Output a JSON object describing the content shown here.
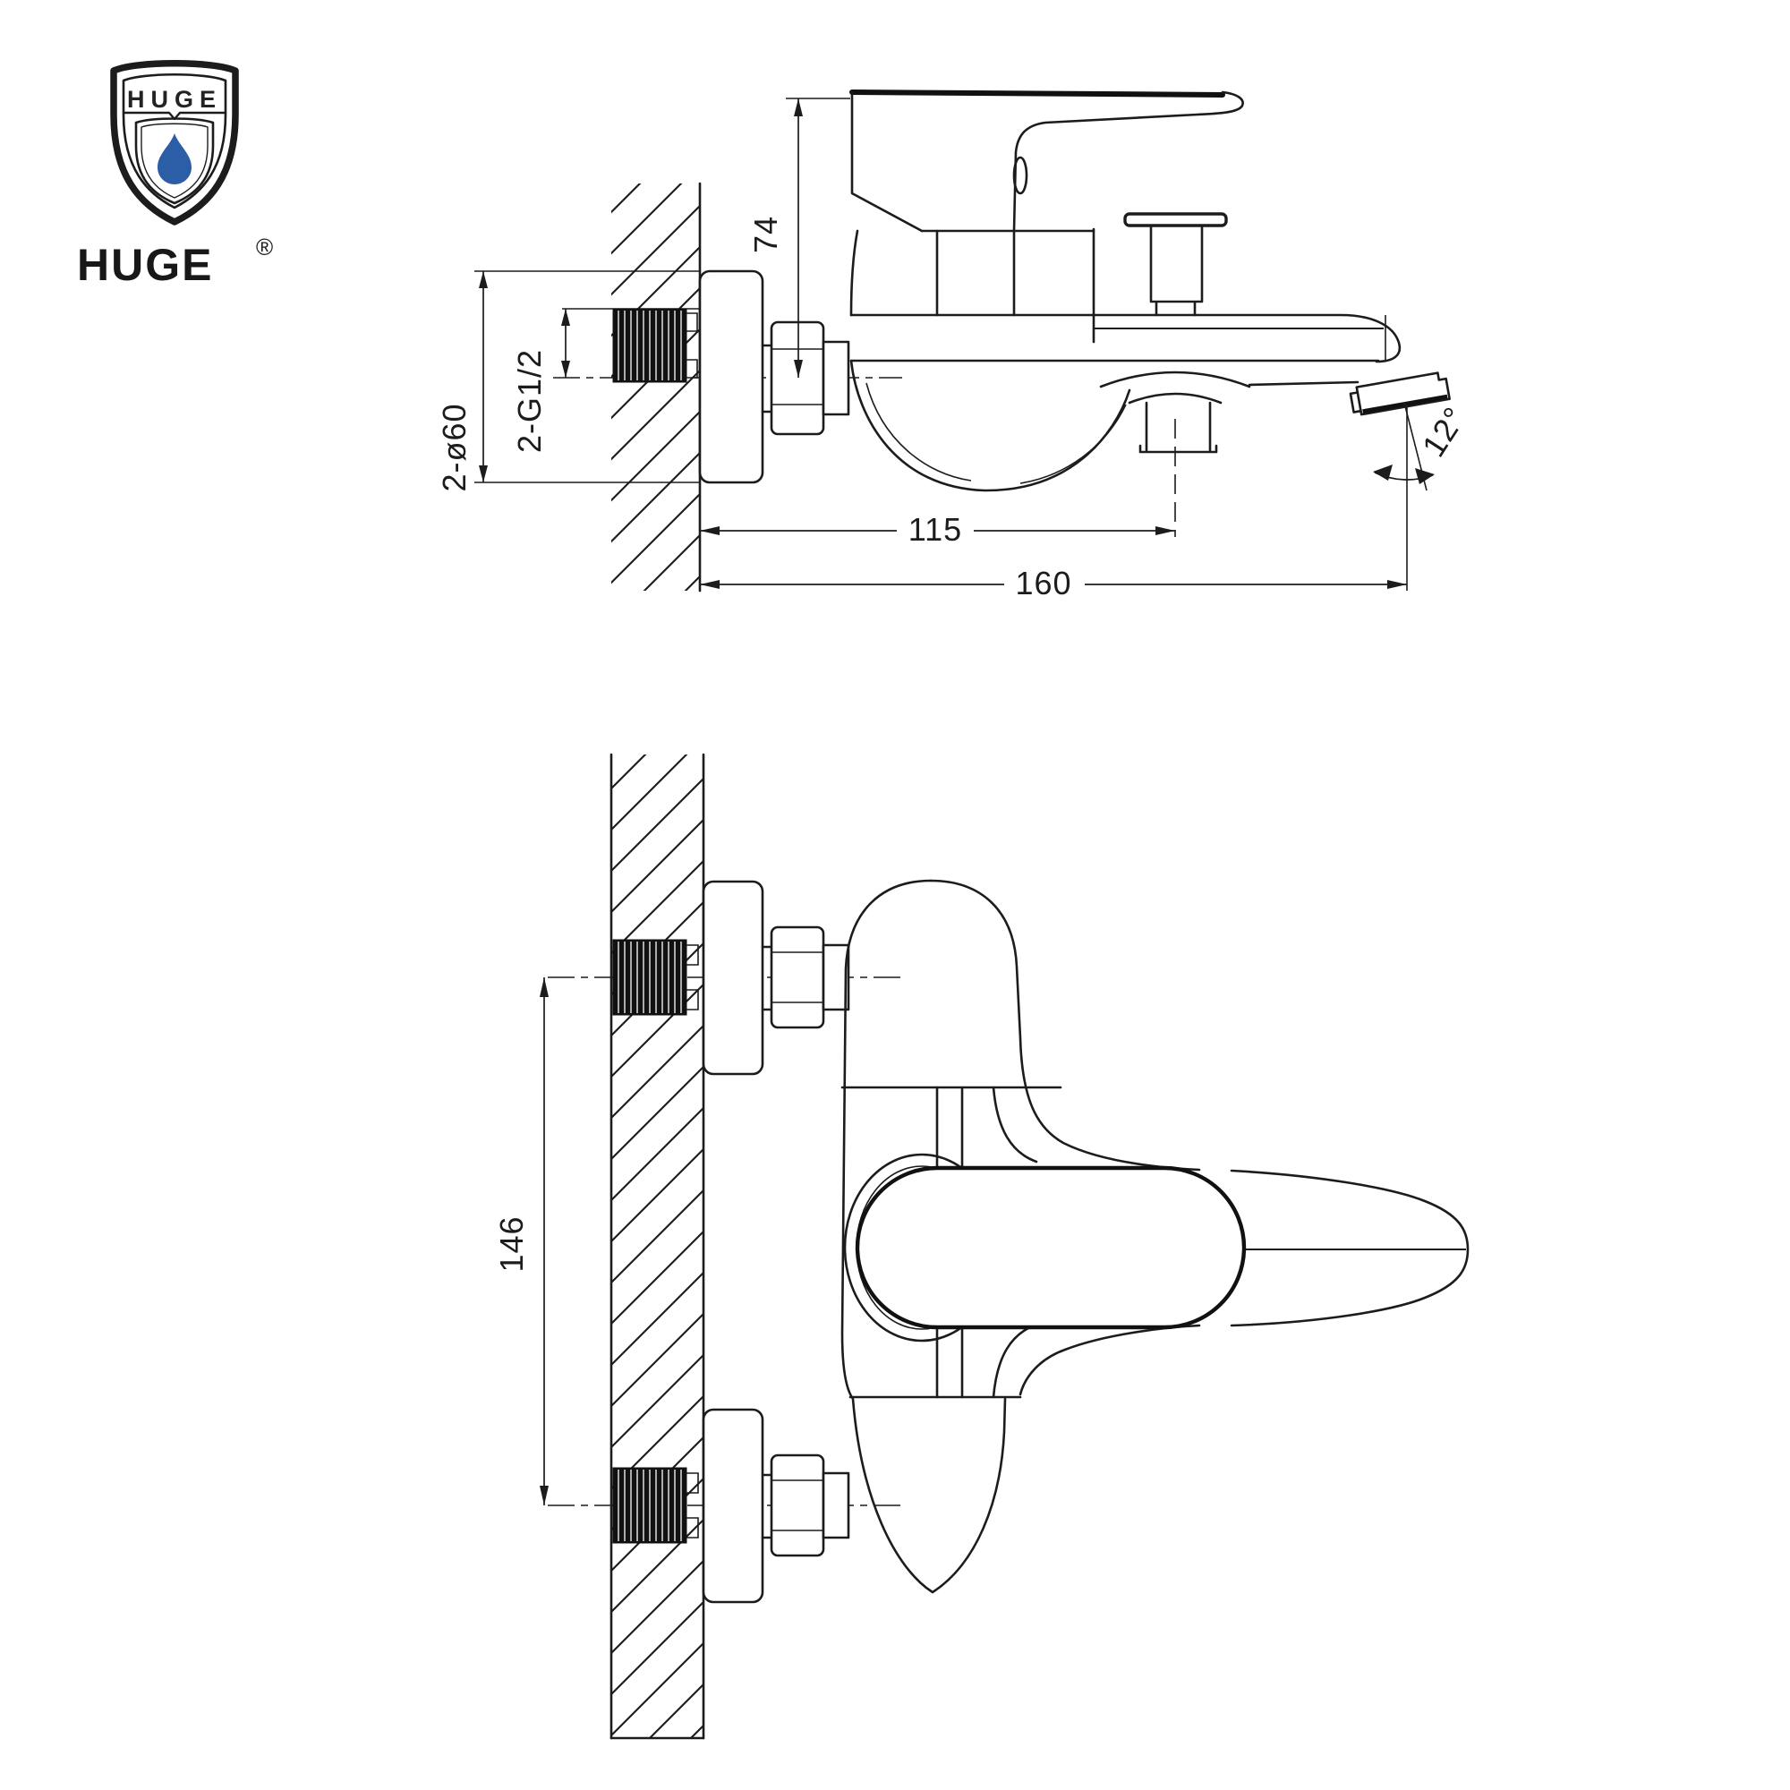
{
  "brand": {
    "shield_text": "HUGE",
    "wordmark": "HUGE",
    "registered": "®",
    "drop_color": "#2b5ea7",
    "drop_icon": "water-drop-icon"
  },
  "drawing": {
    "description": "Installation dimension drawing of a wall-mounted single-lever bath shower mixer, side view (top) and front view (bottom)",
    "line_color": "#1c1c1c",
    "side_view": {
      "dims": {
        "height": "74",
        "flange": "2-ø60",
        "thread": "2-G1/2",
        "outlet_offset": "115",
        "reach": "160",
        "spout_angle": "12°"
      }
    },
    "front_view": {
      "dims": {
        "inlet_spacing": "146"
      }
    }
  }
}
